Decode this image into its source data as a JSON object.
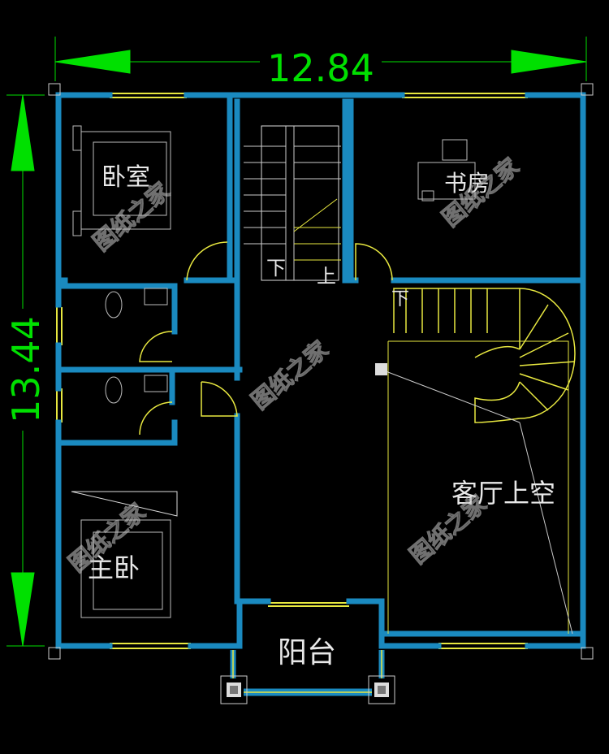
{
  "dimensions": {
    "width": "12.84",
    "height": "13.44"
  },
  "rooms": {
    "bedroom": "卧室",
    "study": "书房",
    "stair_down": "下",
    "stair_up": "上",
    "stair_down2": "下",
    "living_void": "客厅上空",
    "master_bedroom": "主卧",
    "balcony": "阳台"
  },
  "watermark": "图纸之家",
  "colors": {
    "wall": "#1a8ac0",
    "dimension": "#00e000",
    "window": "#e8e840",
    "background": "#000000"
  }
}
